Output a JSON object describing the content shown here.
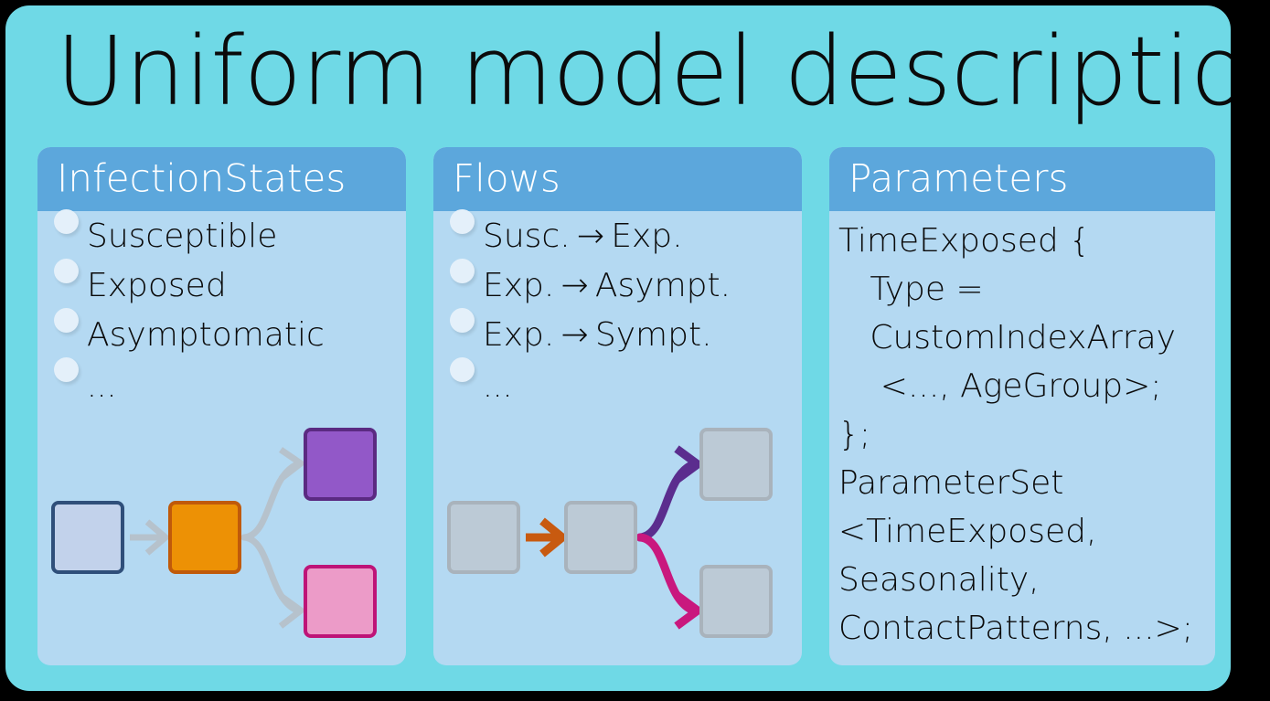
{
  "slide": {
    "title": "Uniform model descriptions",
    "background_color": "#6FD9E6",
    "card_body_color": "#B4D9F2",
    "card_header_color": "#5CA7DC"
  },
  "cards": [
    {
      "id": "infectionstates",
      "header": "InfectionStates",
      "items": [
        "Susceptible",
        "Exposed",
        "Asymptomatic"
      ],
      "ellipsis": "...",
      "diagram": {
        "kind": "colored-nodes-gray-arrows",
        "nodes": [
          {
            "name": "source-node",
            "fill": "#C2D2EB",
            "stroke": "#2F4F7A"
          },
          {
            "name": "middle-node",
            "fill": "#ED9105",
            "stroke": "#C05A0A"
          },
          {
            "name": "upper-target-node",
            "fill": "#9258C8",
            "stroke": "#5B2A82"
          },
          {
            "name": "lower-target-node",
            "fill": "#EC9BC8",
            "stroke": "#BE1478"
          }
        ],
        "arrows": [
          {
            "name": "straight-arrow",
            "color": "#B6C2CC"
          },
          {
            "name": "upper-branch-arrow",
            "color": "#B6C2CC"
          },
          {
            "name": "lower-branch-arrow",
            "color": "#B6C2CC"
          }
        ]
      }
    },
    {
      "id": "flows",
      "header": "Flows",
      "items": [
        "Susc. → Exp.",
        "Exp. → Asympt.",
        "Exp. → Sympt."
      ],
      "ellipsis": "...",
      "diagram": {
        "kind": "gray-nodes-colored-arrows",
        "nodes": [
          {
            "name": "source-node",
            "fill": "#BCCAD6",
            "stroke": "#A9B3BC"
          },
          {
            "name": "middle-node",
            "fill": "#BCCAD6",
            "stroke": "#A9B3BC"
          },
          {
            "name": "upper-target-node",
            "fill": "#BCCAD6",
            "stroke": "#A9B3BC"
          },
          {
            "name": "lower-target-node",
            "fill": "#BCCAD6",
            "stroke": "#A9B3BC"
          }
        ],
        "arrows": [
          {
            "name": "straight-arrow",
            "color": "#C85A10"
          },
          {
            "name": "upper-branch-arrow",
            "color": "#5B2D8E"
          },
          {
            "name": "lower-branch-arrow",
            "color": "#C9187E"
          }
        ]
      }
    },
    {
      "id": "parameters",
      "header": "Parameters",
      "code_lines": [
        "TimeExposed {",
        "   Type =",
        "   CustomIndexArray",
        "    <..., AgeGroup>;",
        "};",
        "ParameterSet",
        "<TimeExposed,",
        "Seasonality,",
        "ContactPatterns, ...>;"
      ]
    }
  ]
}
